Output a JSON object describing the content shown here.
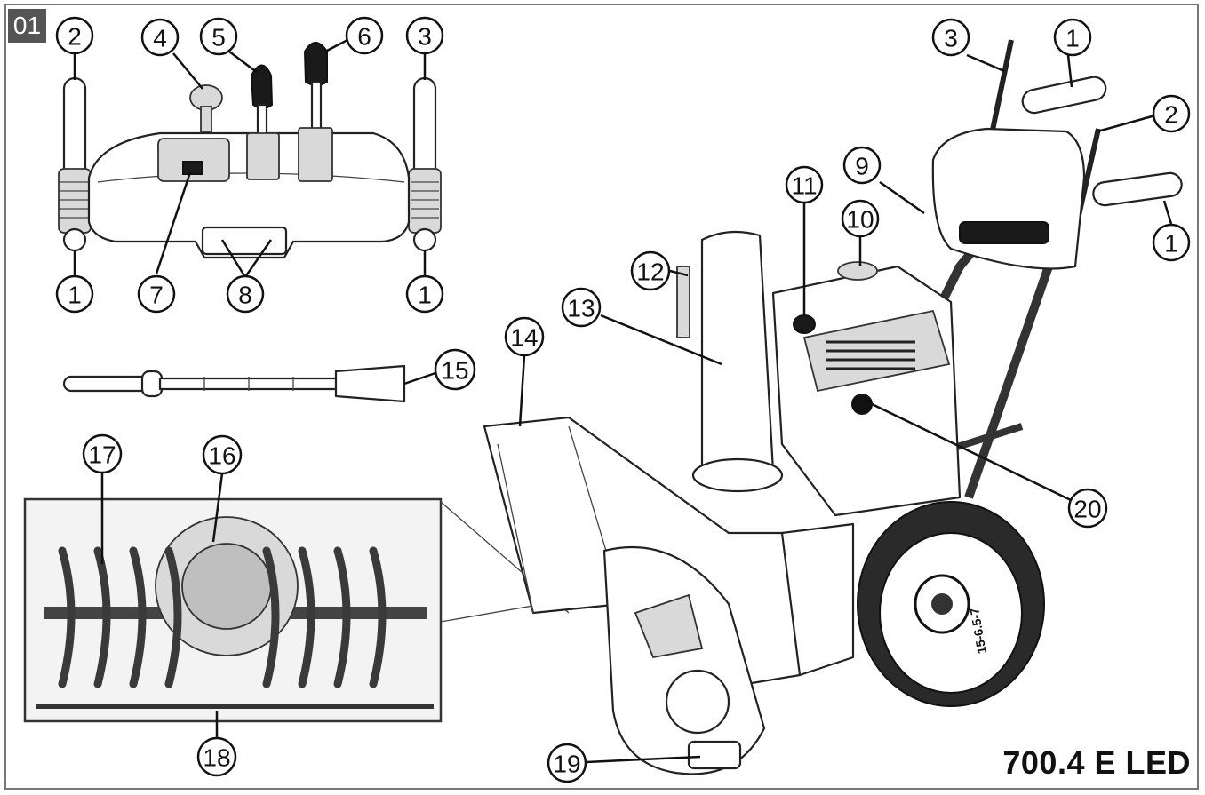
{
  "figure": {
    "number": "01",
    "model": "700.4 E LED"
  },
  "callouts": [
    {
      "id": "c1",
      "label": "2"
    },
    {
      "id": "c2",
      "label": "4"
    },
    {
      "id": "c3",
      "label": "5"
    },
    {
      "id": "c4",
      "label": "6"
    },
    {
      "id": "c5",
      "label": "3"
    },
    {
      "id": "c6",
      "label": "1"
    },
    {
      "id": "c7",
      "label": "7"
    },
    {
      "id": "c8",
      "label": "8"
    },
    {
      "id": "c9",
      "label": "1"
    },
    {
      "id": "c10",
      "label": "15"
    },
    {
      "id": "c11",
      "label": "17"
    },
    {
      "id": "c12",
      "label": "16"
    },
    {
      "id": "c13",
      "label": "18"
    },
    {
      "id": "c14",
      "label": "3"
    },
    {
      "id": "c15",
      "label": "1"
    },
    {
      "id": "c16",
      "label": "2"
    },
    {
      "id": "c17",
      "label": "1"
    },
    {
      "id": "c18",
      "label": "9"
    },
    {
      "id": "c19",
      "label": "11"
    },
    {
      "id": "c20",
      "label": "10"
    },
    {
      "id": "c21",
      "label": "12"
    },
    {
      "id": "c22",
      "label": "13"
    },
    {
      "id": "c23",
      "label": "14"
    },
    {
      "id": "c24",
      "label": "20"
    },
    {
      "id": "c25",
      "label": "19"
    }
  ],
  "tire_text": "15-6.5-7",
  "colors": {
    "badge_background": "#555555",
    "frame_border": "#777777",
    "ink": "#111111"
  }
}
